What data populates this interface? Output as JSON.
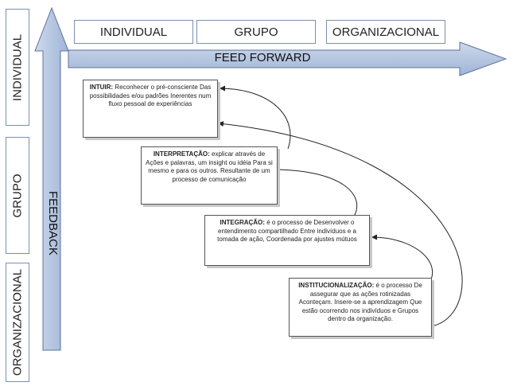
{
  "top_levels": [
    "INDIVIDUAL",
    "GRUPO",
    "ORGANIZACIONAL"
  ],
  "side_levels": [
    "INDIVIDUAL",
    "GRUPO",
    "ORGANIZACIONAL"
  ],
  "feed_forward_label": "FEED FORWARD",
  "feedback_label": "FEEDBACK",
  "processes": [
    {
      "title": "INTUIR:",
      "text": "Reconhecer o pré-consciente Das possibilidades e/ou padrões Inerentes num fluxo pessoal de experiências"
    },
    {
      "title": "INTERPRETAÇÃO:",
      "text": "explicar através de Ações e palavras, um insight ou idéia Para si mesmo e para os outros. Resultante de um processo de comunicação"
    },
    {
      "title": "INTEGRAÇÃO:",
      "text": "é o processo de Desenvolver o entendimento compartilhado Entre indivíduos e a tomada de ação, Coordenada por ajustes mútuos"
    },
    {
      "title": "INSTITUCIONALIZAÇÃO:",
      "text": "é o processo De assegurar que as ações rotinizadas Aconteçam. Insere-se a aprendizagem Que estão ocorrendo nos indivíduos e Grupos dentro da organização."
    }
  ],
  "colors": {
    "arrow_fill": "#b6c8e2",
    "arrow_stroke": "#5c7399",
    "box_border": "#7a8fb0"
  }
}
